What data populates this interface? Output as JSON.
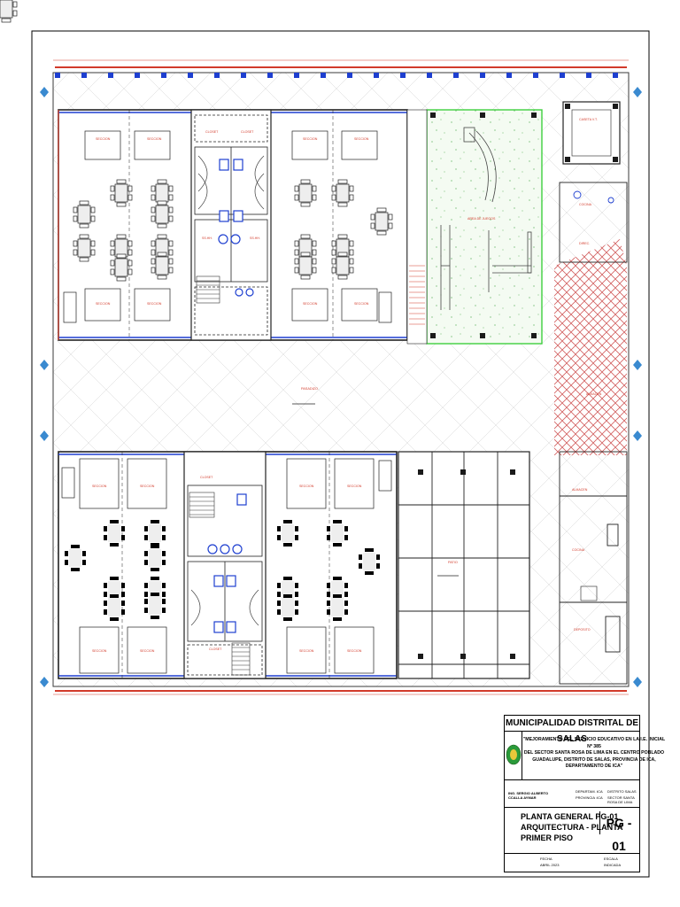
{
  "colors": {
    "wall": "#2a2a2a",
    "dimension": "#d23a2a",
    "column": "#1e3fd0",
    "green_area": "#3fcf3f",
    "hatch": "#d26060",
    "grid": "#b8b8b8"
  },
  "rooms_top_left": {
    "sections": [
      "SECCION",
      "SECCION",
      "SECCION",
      "SECCION"
    ],
    "sshh_ninos": "SS.HH.",
    "sshh_ninas": "SS.HH.",
    "closet_1": "CLOSET",
    "closet_2": "CLOSET"
  },
  "rooms_top_right": {
    "sections": [
      "SECCION",
      "SECCION",
      "SECCION",
      "SECCION"
    ],
    "juegos": "AREA DE JUEGOS"
  },
  "rooms_bottom_left": {
    "sections": [
      "SECCION",
      "SECCION",
      "SECCION",
      "SECCION"
    ],
    "closet_1": "CLOSET",
    "closet_2": "CLOSET"
  },
  "rooms_bottom_right": {
    "sections": [
      "SECCION",
      "SECCION",
      "SECCION",
      "SECCION"
    ]
  },
  "pasadizo": "PASADIZO",
  "patio": "PATIO",
  "caseta": "CASETA V.T.",
  "right_rooms": [
    "COCINA",
    "DIREC.",
    "ALMACEN",
    "ALMACEN",
    "COCINA",
    "DEPOSITO"
  ],
  "title_block": {
    "entity": "MUNICIPALIDAD DISTRITAL DE SALAS",
    "project_lines": [
      "\"MEJORAMIENTO DEL SERVICIO EDUCATIVO EN LA I.E. INICIAL Nº 385",
      "DEL SECTOR SANTA ROSA DE LIMA EN EL CENTRO POBLADO",
      "GUADALUPE, DISTRITO DE SALAS, PROVINCIA DE ICA,",
      "DEPARTAMENTO DE ICA\""
    ],
    "engineer": "ING. SERGIO ALBERTO CCALLA AYMAR",
    "departamento_label": "DEPARTAM. :",
    "departamento_value": "ICA",
    "provincia_label": "PROVINCIA :",
    "provincia_value": "ICA",
    "distrito_label": "DISTRITO SALAS",
    "localidad": "SECTOR SANTA ROSA DE LIMA",
    "plan_line_1": "PLANTA GENERAL PG-01",
    "plan_line_2": "ARQUITECTURA  - PLANTA PRIMER PISO",
    "sheet_code": "PG - 01",
    "date_label": "FECHA",
    "date_value": "ABRIL 2023",
    "scale_label": "ESCALA",
    "scale_value": "INDICADA"
  }
}
